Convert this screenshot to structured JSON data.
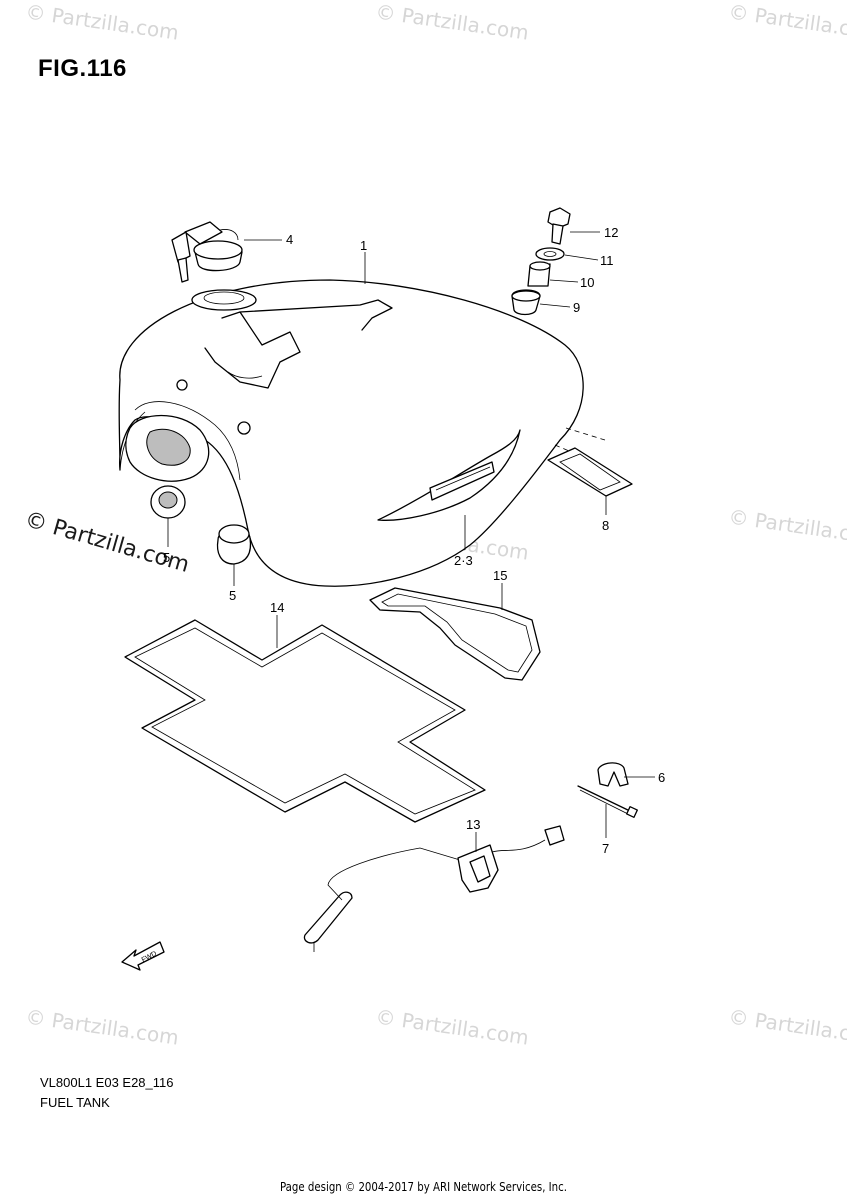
{
  "figure": {
    "title": "FIG.116",
    "model_code": "VL800L1 E03 E28_116",
    "name": "FUEL TANK"
  },
  "footer": "Page design © 2004-2017 by ARI Network Services, Inc.",
  "watermark": "© Partzilla.com",
  "callouts": {
    "c1": "1",
    "c23": "2·3",
    "c4": "4",
    "c5a": "5",
    "c5b": "5",
    "c6": "6",
    "c7": "7",
    "c8": "8",
    "c9": "9",
    "c10": "10",
    "c11": "11",
    "c12": "12",
    "c13": "13",
    "c14": "14",
    "c15": "15"
  },
  "fwd_label": "FWD"
}
